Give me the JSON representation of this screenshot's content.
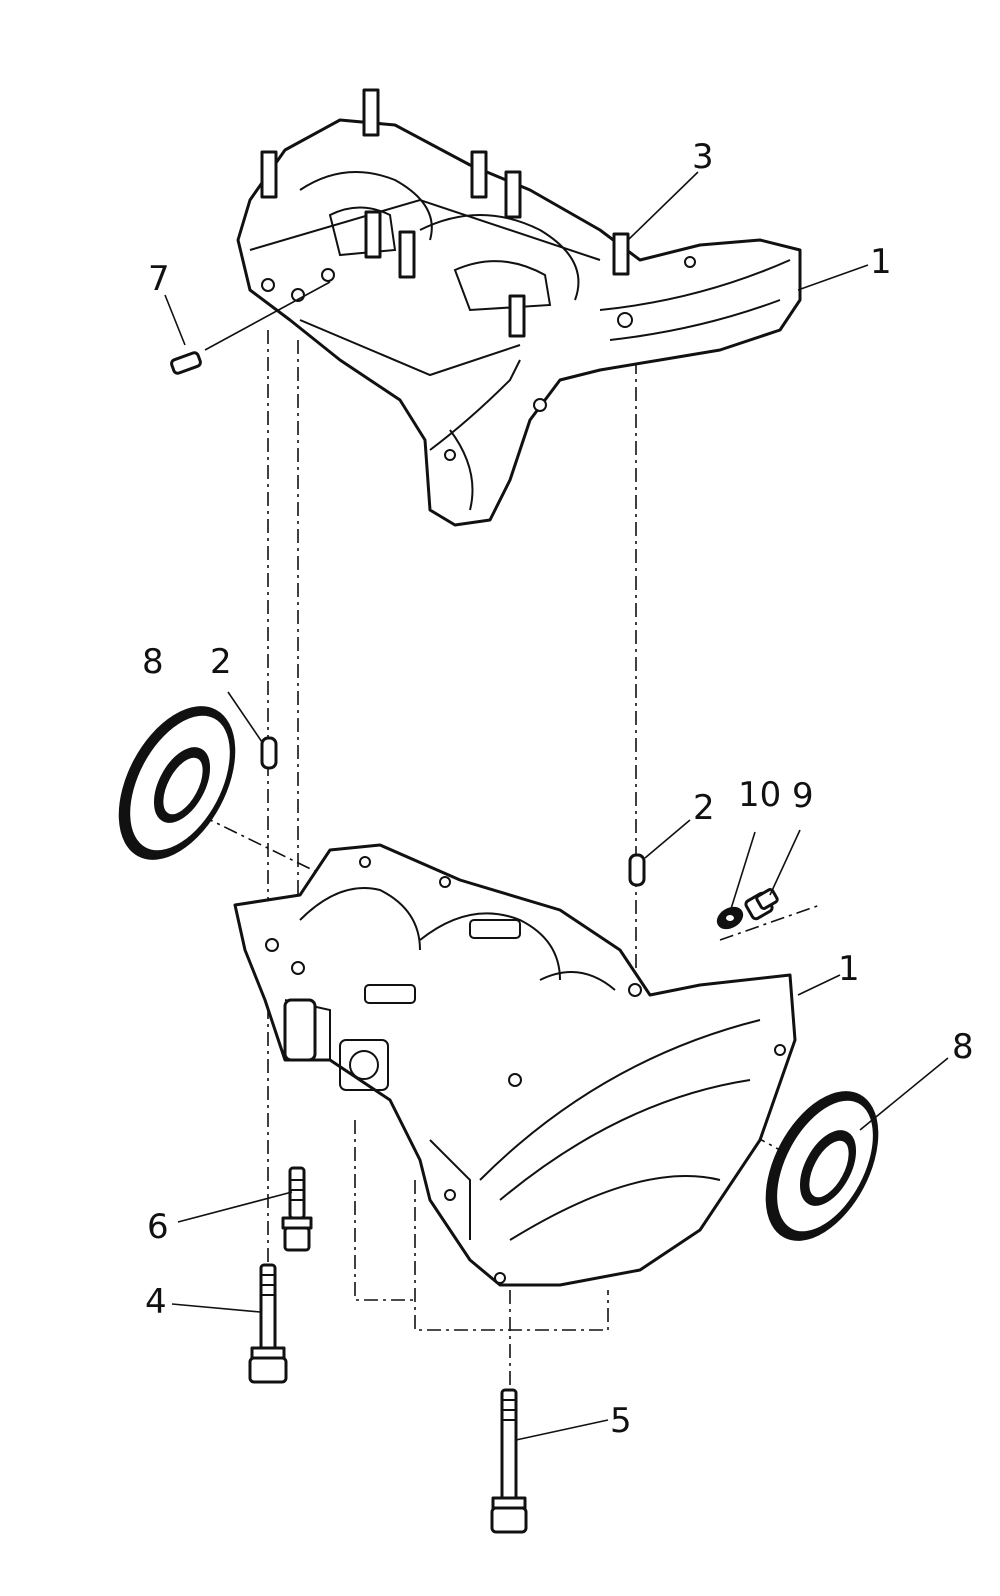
{
  "diagram": {
    "callouts": [
      {
        "id": "upper-crankcase",
        "text": "1"
      },
      {
        "id": "lower-crankcase",
        "text": "1"
      },
      {
        "id": "dowel-left",
        "text": "2"
      },
      {
        "id": "dowel-right",
        "text": "2"
      },
      {
        "id": "stud",
        "text": "3"
      },
      {
        "id": "long-bolt-left",
        "text": "4"
      },
      {
        "id": "long-bolt-bottom",
        "text": "5"
      },
      {
        "id": "short-bolt",
        "text": "6"
      },
      {
        "id": "pin",
        "text": "7"
      },
      {
        "id": "seal-left",
        "text": "8"
      },
      {
        "id": "seal-right",
        "text": "8"
      },
      {
        "id": "plug",
        "text": "9"
      },
      {
        "id": "washer",
        "text": "10"
      }
    ]
  }
}
